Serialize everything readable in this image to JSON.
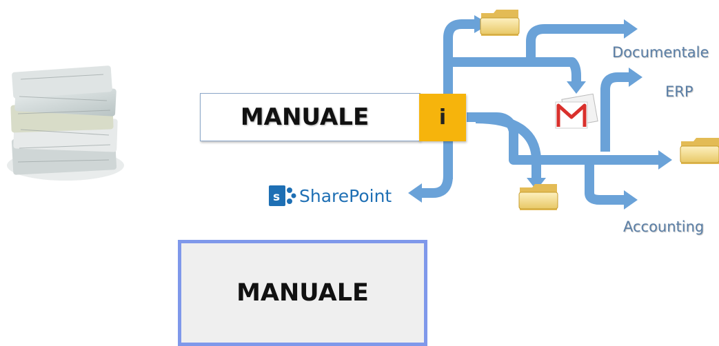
{
  "left_box": {
    "label": "MANUALE"
  },
  "info_badge": {
    "label": "i"
  },
  "bottom_box": {
    "label": "MANUALE"
  },
  "destinations": {
    "documentale": "Documentale",
    "erp": "ERP",
    "accounting": "Accounting",
    "sharepoint": "SharePoint"
  },
  "colors": {
    "flow": "#6aa2d8",
    "badge": "#f6b40c",
    "bottom_border": "#7f98ea",
    "label": "#5b7fa6"
  },
  "icons": [
    "paper-stack-icon",
    "folder-icon",
    "gmail-icon",
    "sharepoint-icon"
  ]
}
